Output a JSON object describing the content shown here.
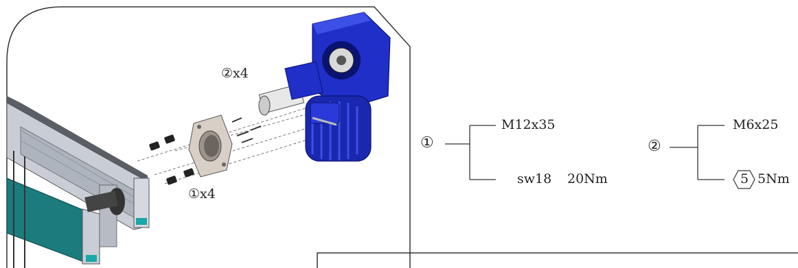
{
  "callouts": {
    "item2_qty": "②x4",
    "item1_qty": "①x4"
  },
  "legend": {
    "item1": {
      "marker": "①",
      "spec": "M12x35",
      "tool": "sw18",
      "torque": "20Nm"
    },
    "item2": {
      "marker": "②",
      "spec": "M6x25",
      "tool_size": "5",
      "torque": "5Nm"
    }
  },
  "icons": {
    "motor": "gear-motor-icon",
    "flange": "adapter-flange-icon",
    "conveyor": "conveyor-frame-icon",
    "hex_key": "hex-key-icon"
  },
  "colors": {
    "motor_blue": "#1f2fc8",
    "flange": "#d8cfc6",
    "conveyor_frame": "#c9ced6",
    "teal_panel": "#1c7b7d",
    "frame_line": "#333333"
  }
}
